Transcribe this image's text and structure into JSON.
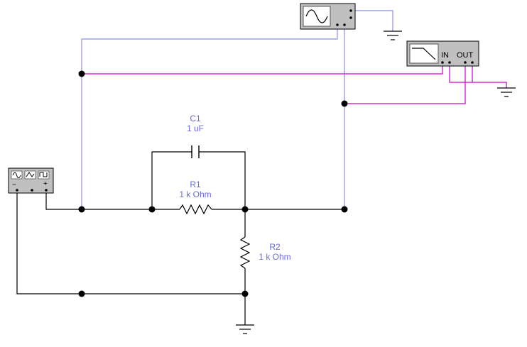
{
  "components": {
    "c1": {
      "name": "C1",
      "value": "1 uF"
    },
    "r1": {
      "name": "R1",
      "value": "1 k Ohm"
    },
    "r2": {
      "name": "R2",
      "value": "1 k Ohm"
    }
  },
  "instruments": {
    "oscilloscope": {
      "icon": "sine-wave-icon"
    },
    "bode_plotter": {
      "icon": "lowpass-response-icon",
      "in_label": "IN",
      "out_label": "OUT"
    },
    "function_generator": {
      "icons": [
        "sine-wave-icon",
        "triangle-wave-icon",
        "square-wave-icon"
      ],
      "minus": "−",
      "plus": "+"
    }
  },
  "colors": {
    "wire": "#000000",
    "scope_wire": "#8e8ee6",
    "bode_wire": "#cc00cc",
    "label": "#6b6bd6",
    "instrument_body": "#c0c0c0"
  }
}
